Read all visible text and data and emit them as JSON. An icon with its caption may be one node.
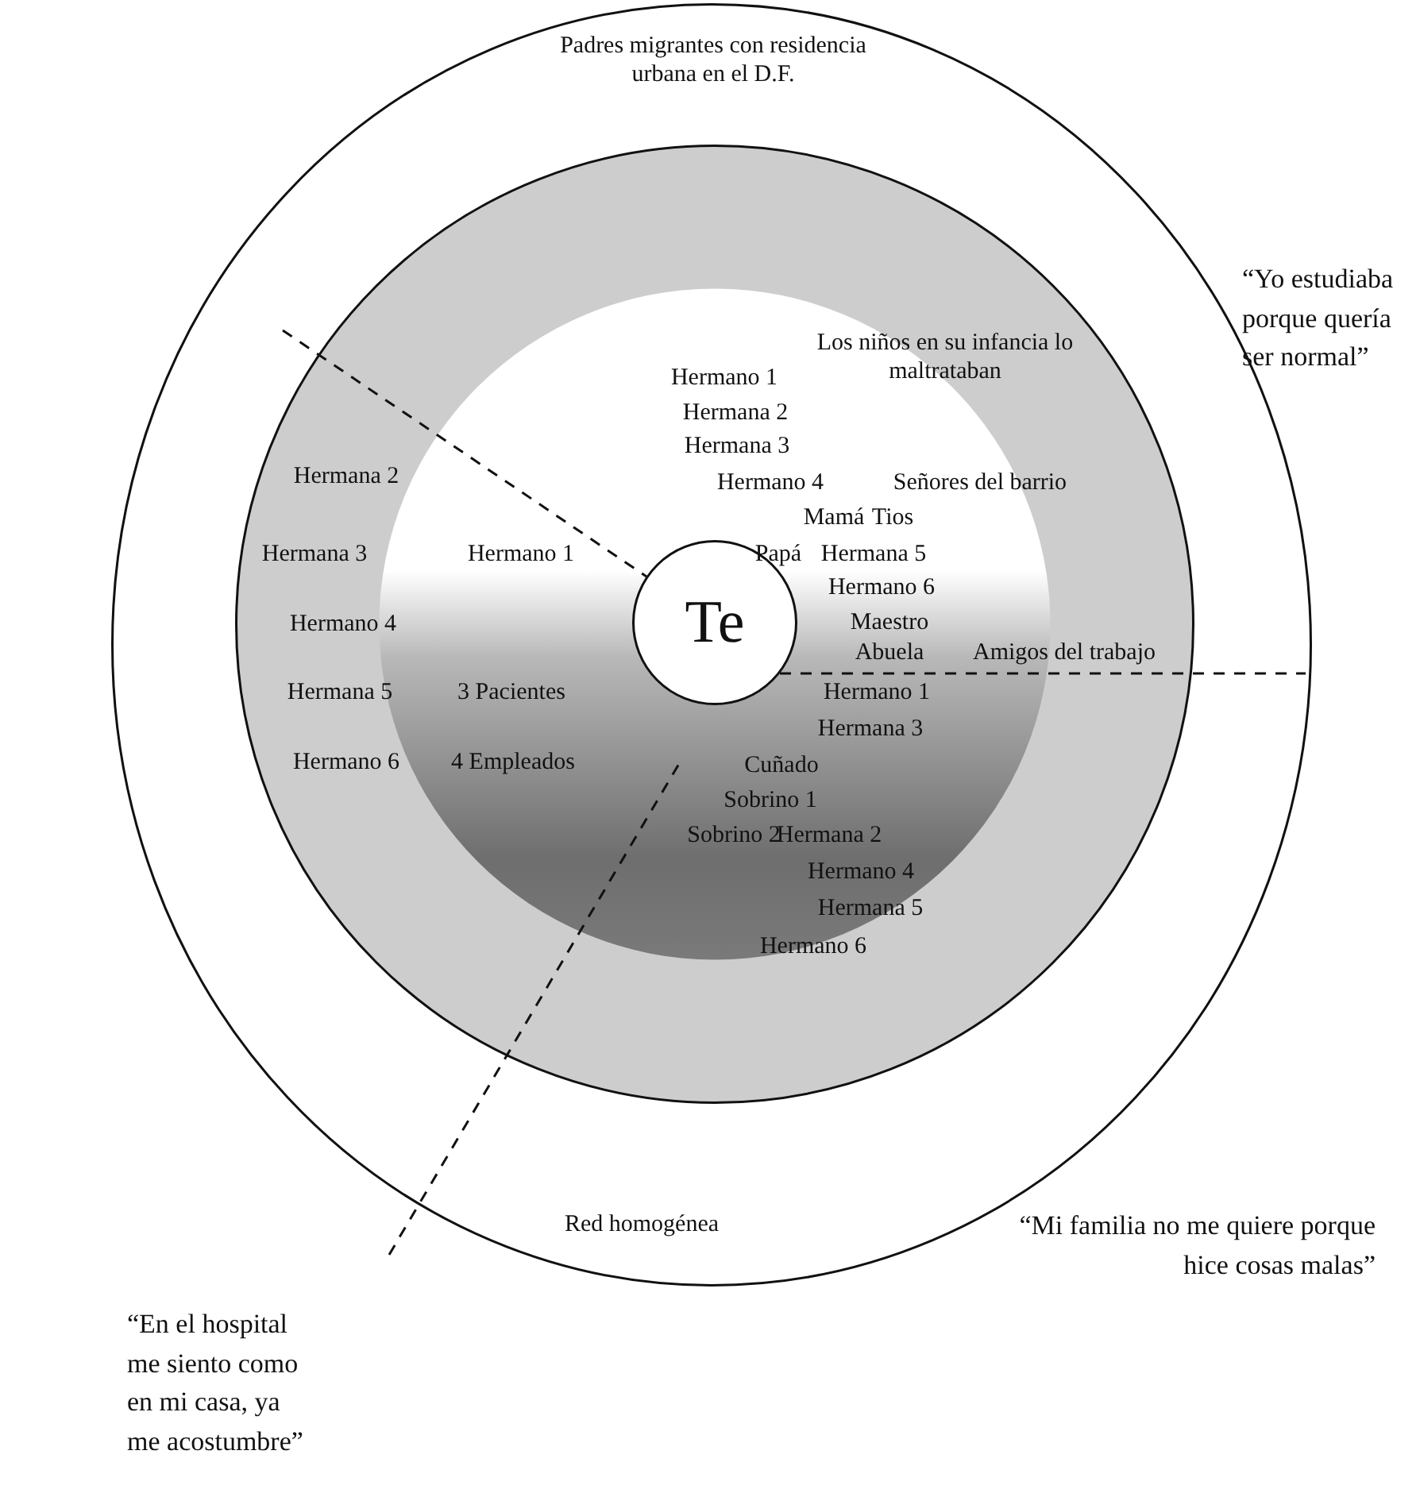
{
  "diagram": {
    "nodes": [
      {
        "text": [
          "Padres migrantes con residencia urbana en el D.F.",
          "Red homogénea"
        ]
      },
      {
        "text": [
          "Los niños en su infancia lo maltrataban",
          "Hermana 2",
          "Hermana 3",
          "Hermano 4",
          "Amigos del trabajo",
          "Hermana 5",
          "Hermano 6",
          "Hermano 6"
        ],
        "in": 0
      },
      {
        "text": [
          "Hermano 1",
          "Hermana 2",
          "Hermana 3",
          "Hermano 4",
          "Señores del barrio",
          "Mamá",
          "Tios",
          "Hermano 1",
          "Papá",
          "Hermana 5",
          "Hermano 6",
          "Maestro",
          "Abuela",
          "3 Pacientes",
          "Hermano 1",
          "Hermana 3",
          "4 Empleados",
          "Cuñado",
          "Sobrino 1",
          "Sobrino 2",
          "Hermana 2",
          "Hermano 4",
          "Hermana 5"
        ],
        "in": 1
      },
      {
        "text": [
          "Te"
        ],
        "in": 2
      }
    ],
    "labels": [
      "“Yo estudiaba porque quería ser normal”",
      "“Mi familia no me quiere porque hice cosas malas”",
      "“En el hospital me siento como en mi casa, ya me acostumbre”"
    ]
  }
}
